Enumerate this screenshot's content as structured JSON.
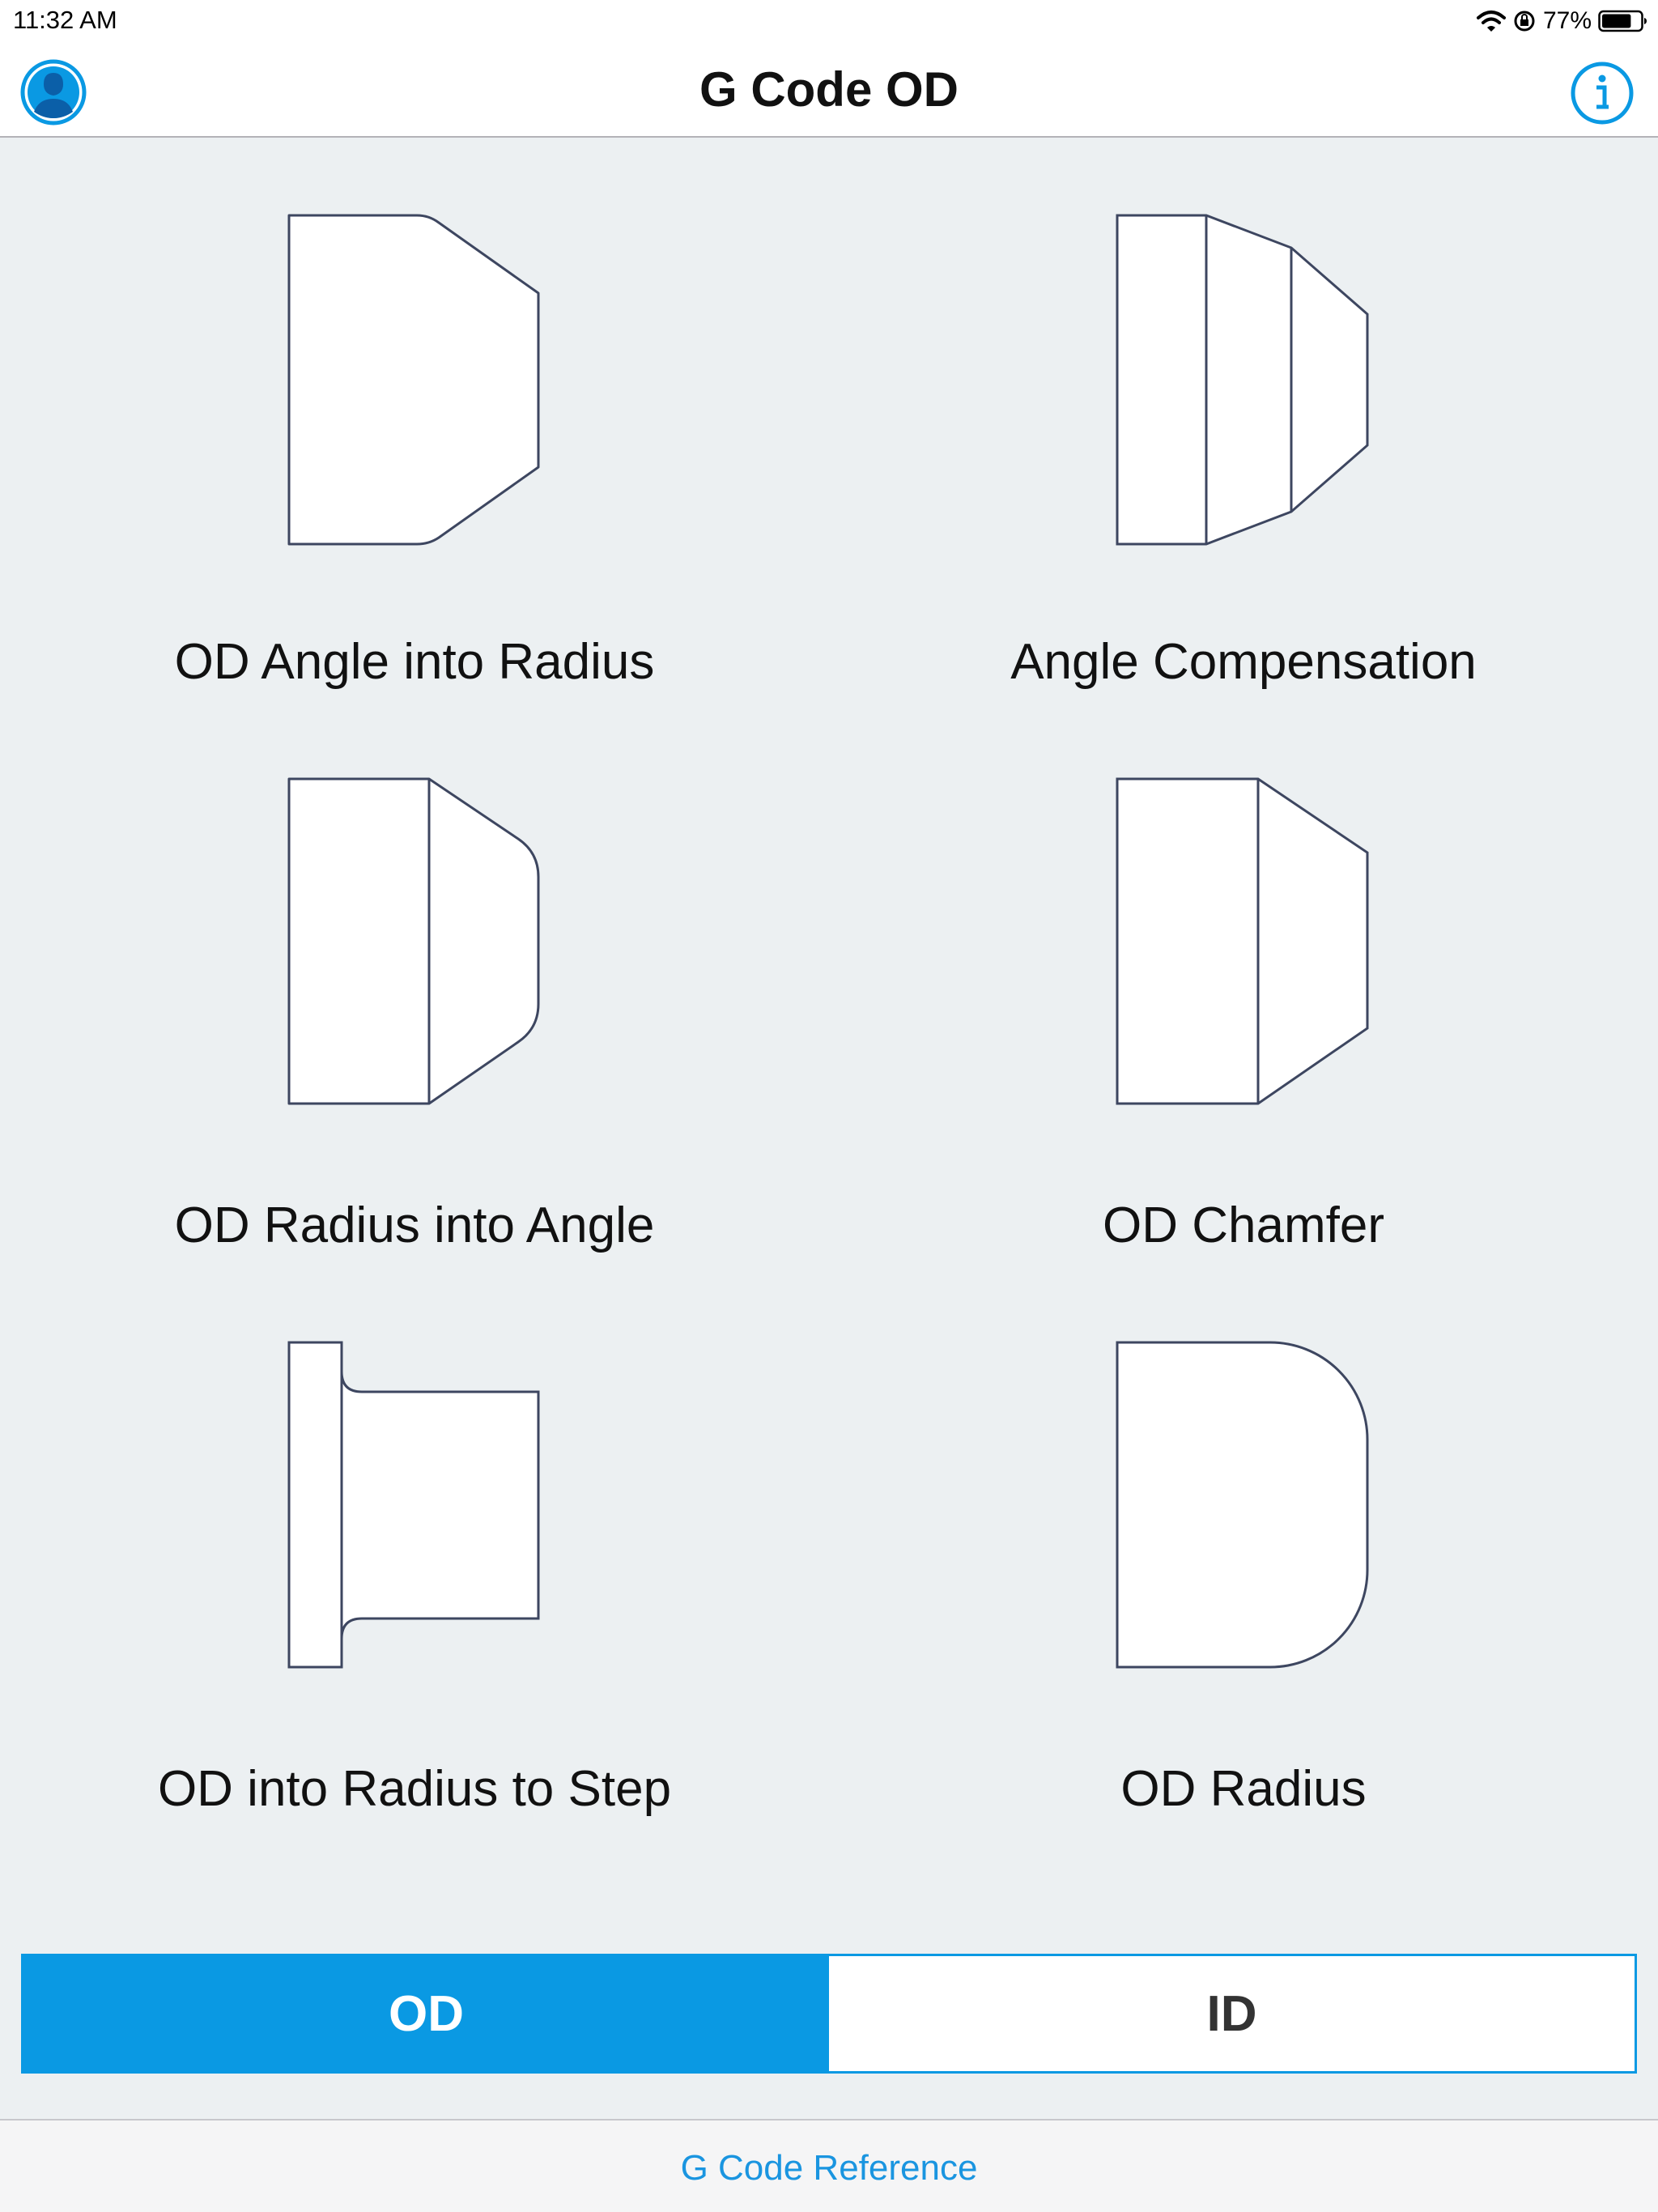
{
  "status_bar": {
    "time": "11:32 AM",
    "battery_percent": "77%",
    "battery_level": 0.77,
    "icons": [
      "wifi-icon",
      "rotation-lock-icon",
      "battery-icon"
    ]
  },
  "nav": {
    "title": "G Code OD",
    "left_icon": "profile-icon",
    "right_icon": "info-icon"
  },
  "tiles": [
    {
      "label": "OD Angle into Radius",
      "icon": "od-angle-into-radius-icon"
    },
    {
      "label": "Angle Compensation",
      "icon": "angle-compensation-icon"
    },
    {
      "label": "OD Radius into Angle",
      "icon": "od-radius-into-angle-icon"
    },
    {
      "label": "OD Chamfer",
      "icon": "od-chamfer-icon"
    },
    {
      "label": "OD into Radius to Step",
      "icon": "od-into-radius-to-step-icon"
    },
    {
      "label": "OD Radius",
      "icon": "od-radius-icon"
    }
  ],
  "segmented": {
    "od_label": "OD",
    "id_label": "ID",
    "selected": "OD"
  },
  "footer": {
    "link": "G Code Reference"
  },
  "colors": {
    "accent": "#0a99e3",
    "background": "#ecf0f2",
    "shape_stroke": "#3d4660",
    "shape_fill": "#ffffff"
  }
}
